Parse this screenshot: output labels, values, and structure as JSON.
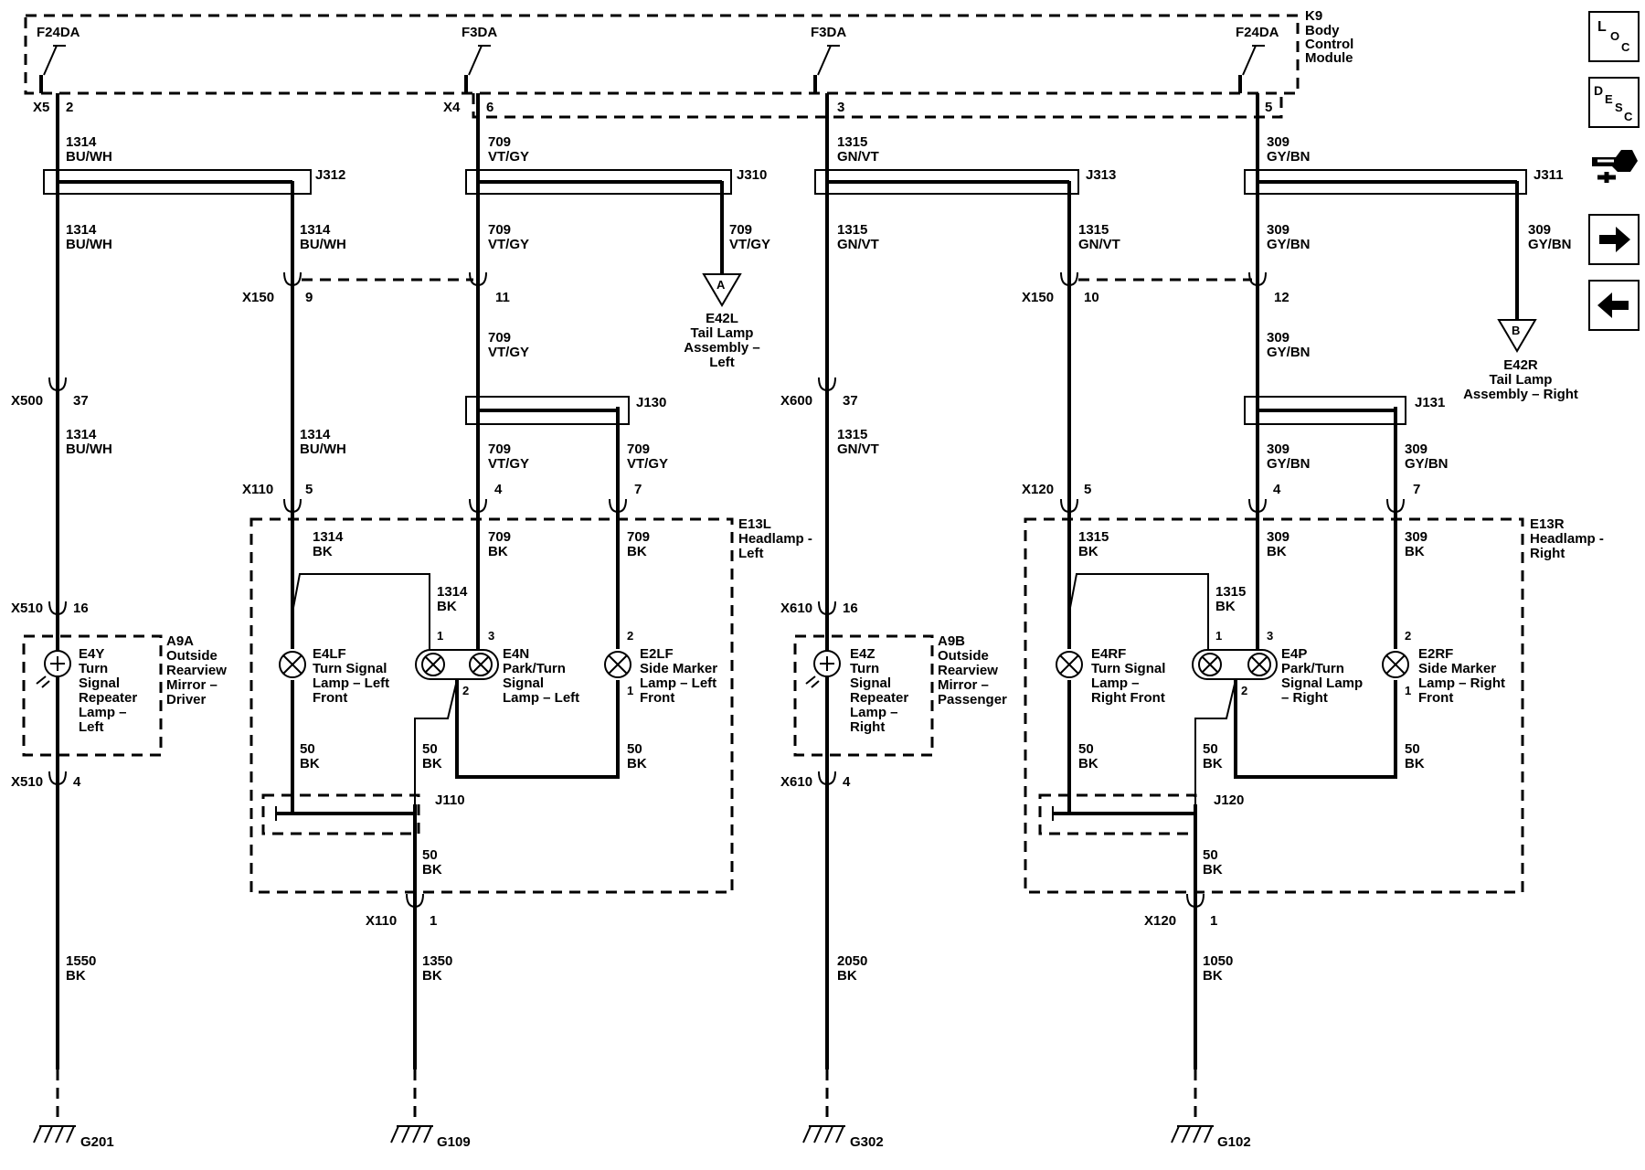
{
  "module": {
    "name": "K9",
    "lines": [
      "Body",
      "Control",
      "Module"
    ]
  },
  "fuses": [
    "F24DA",
    "F3DA",
    "F3DA",
    "F24DA"
  ],
  "module_connectors": [
    "X5",
    "X4"
  ],
  "module_pins": [
    "2",
    "6",
    "3",
    "5"
  ],
  "wires": {
    "c1314_bu_wh": [
      "1314",
      "BU/WH"
    ],
    "c709_vt_gy": [
      "709",
      "VT/GY"
    ],
    "c1315_gn_vt": [
      "1315",
      "GN/VT"
    ],
    "c309_gy_bn": [
      "309",
      "GY/BN"
    ],
    "c1314_bk": [
      "1314",
      "BK"
    ],
    "c709_bk": [
      "709",
      "BK"
    ],
    "c1315_bk": [
      "1315",
      "BK"
    ],
    "c309_bk": [
      "309",
      "BK"
    ],
    "c50_bk": [
      "50",
      "BK"
    ],
    "c1550_bk": [
      "1550",
      "BK"
    ],
    "c1350_bk": [
      "1350",
      "BK"
    ],
    "c2050_bk": [
      "2050",
      "BK"
    ],
    "c1050_bk": [
      "1050",
      "BK"
    ]
  },
  "splices": [
    "J312",
    "J310",
    "J313",
    "J311",
    "J130",
    "J131",
    "J110",
    "J120"
  ],
  "connectors": {
    "x150": "X150",
    "x500": "X500",
    "x600": "X600",
    "x110": "X110",
    "x120": "X120",
    "x510": "X510",
    "x610": "X610"
  },
  "pins": {
    "p9": "9",
    "p11": "11",
    "p10": "10",
    "p12": "12",
    "p37": "37",
    "p5": "5",
    "p4": "4",
    "p7": "7",
    "p16": "16",
    "p1": "1",
    "p2": "2",
    "p3": "3"
  },
  "offpage": {
    "a_letter": "A",
    "a_lines": [
      "E42L",
      "Tail Lamp",
      "Assembly –",
      "Left"
    ],
    "b_letter": "B",
    "b_lines": [
      "E42R",
      "Tail Lamp",
      "Assembly – Right"
    ]
  },
  "components": {
    "e13l": [
      "E13L",
      "Headlamp -",
      "Left"
    ],
    "e13r": [
      "E13R",
      "Headlamp -",
      "Right"
    ],
    "a9a": [
      "A9A",
      "Outside",
      "Rearview",
      "Mirror –",
      "Driver"
    ],
    "a9b": [
      "A9B",
      "Outside",
      "Rearview",
      "Mirror –",
      "Passenger"
    ],
    "e4y": [
      "E4Y",
      "Turn",
      "Signal",
      "Repeater",
      "Lamp –",
      "Left"
    ],
    "e4z": [
      "E4Z",
      "Turn",
      "Signal",
      "Repeater",
      "Lamp –",
      "Right"
    ],
    "e4lf": [
      "E4LF",
      "Turn Signal",
      "Lamp – Left",
      "Front"
    ],
    "e4n": [
      "E4N",
      "Park/Turn",
      "Signal",
      "Lamp – Left"
    ],
    "e2lf": [
      "E2LF",
      "Side Marker",
      "Lamp – Left",
      "Front"
    ],
    "e4rf": [
      "E4RF",
      "Turn Signal",
      "Lamp –",
      "Right Front"
    ],
    "e4p": [
      "E4P",
      "Park/Turn",
      "Signal Lamp",
      "– Right"
    ],
    "e2rf": [
      "E2RF",
      "Side Marker",
      "Lamp – Right",
      "Front"
    ]
  },
  "grounds": [
    "G201",
    "G109",
    "G302",
    "G102"
  ],
  "nav": {
    "loc": [
      "L",
      "O",
      "C"
    ],
    "desc": [
      "D",
      "E",
      "S",
      "C"
    ],
    "icons": [
      "connector-end-view-icon",
      "arrow-right-icon",
      "arrow-left-icon"
    ]
  }
}
